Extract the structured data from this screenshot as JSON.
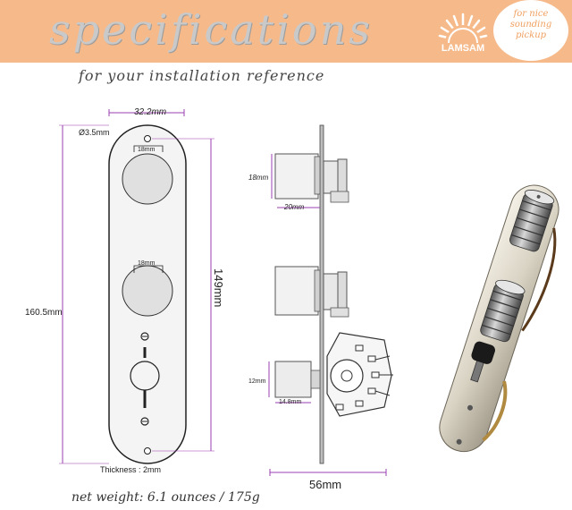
{
  "header": {
    "title": "specifications",
    "subtitle": "for your installation reference",
    "brand": "LAMSAM",
    "badge_lines": [
      "for nice",
      "sounding",
      "pickup"
    ]
  },
  "front_view": {
    "width": "32.2mm",
    "hole": "Ø3.5mm",
    "knob_top": "18mm",
    "knob_middle": "18mm",
    "height_outer": "160.5mm",
    "height_inner": "149mm",
    "thickness": "Thickness : 2mm"
  },
  "side_view": {
    "pot_height": "18mm",
    "pot_depth": "20mm",
    "switch_height": "12mm",
    "switch_depth": "14.8mm",
    "total_depth": "56mm"
  },
  "footer": {
    "weight": "net weight: 6.1 ounces / 175g"
  },
  "colors": {
    "banner": "#f6b98a",
    "dimension_line": "#9a3fb0",
    "plate": "#f4f4f4"
  }
}
